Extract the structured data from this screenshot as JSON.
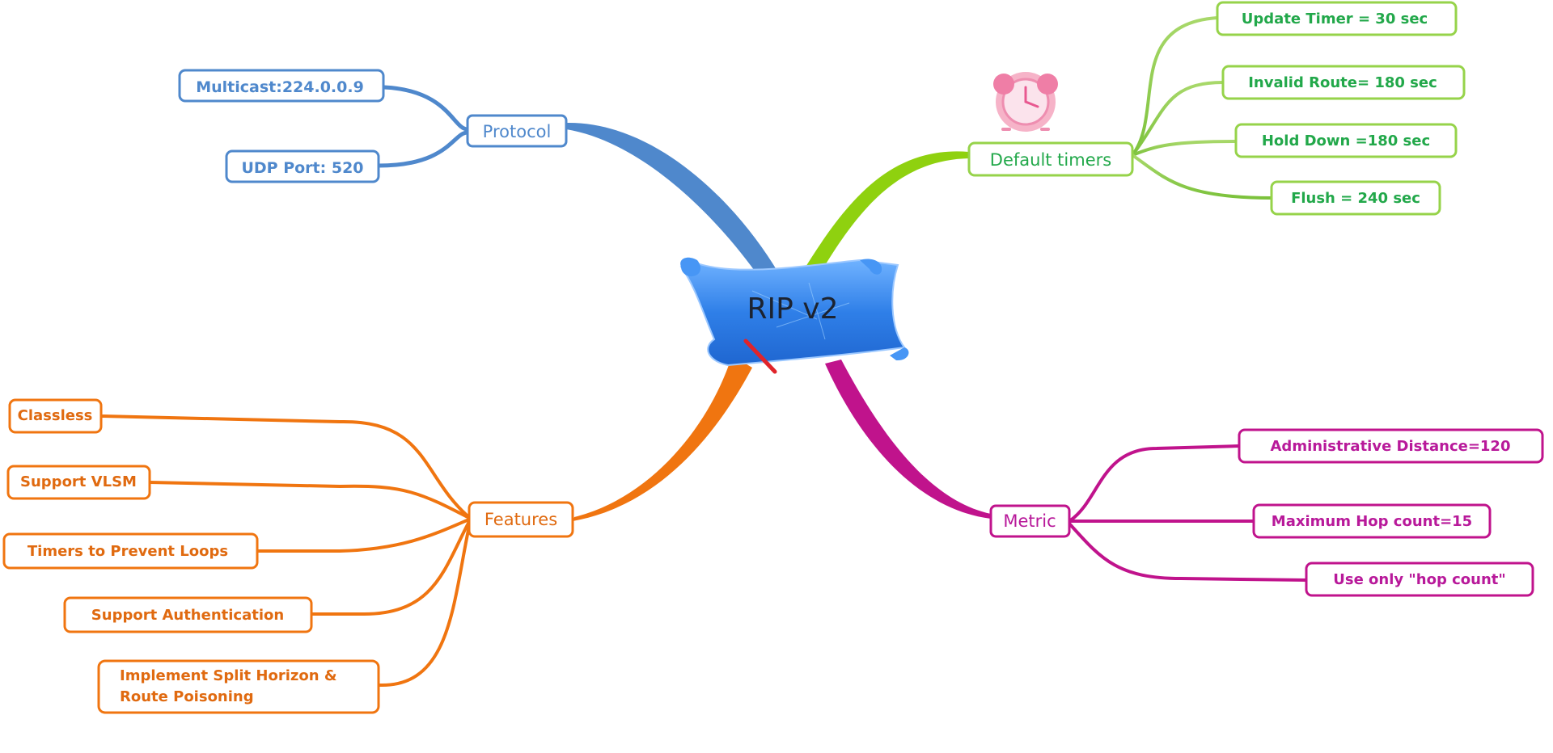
{
  "center": {
    "title": "RIP v2"
  },
  "colors": {
    "protocol": "#4f88cc",
    "timers_branch": "#8fd10f",
    "timers_text": "#22a84a",
    "timers_border": "#96d34a",
    "features": "#f07510",
    "features_text": "#e06a10",
    "metric": "#c0138c",
    "metric_text": "#b8199a",
    "scroll": "#2f7fe8"
  },
  "branches": {
    "protocol": {
      "label": "Protocol",
      "children": [
        "Multicast:224.0.0.9",
        "UDP Port: 520"
      ]
    },
    "timers": {
      "label": "Default timers",
      "icon": "alarm-clock-icon",
      "children": [
        "Update Timer = 30 sec",
        "Invalid Route= 180 sec",
        "Hold Down =180 sec",
        "Flush = 240 sec"
      ]
    },
    "features": {
      "label": "Features",
      "children": [
        "Classless",
        "Support VLSM",
        "Timers to Prevent Loops",
        "Support Authentication",
        "Implement Split Horizon &",
        "Route Poisoning"
      ]
    },
    "metric": {
      "label": "Metric",
      "children": [
        "Administrative Distance=120",
        "Maximum Hop count=15",
        "Use only \"hop count\""
      ]
    }
  }
}
